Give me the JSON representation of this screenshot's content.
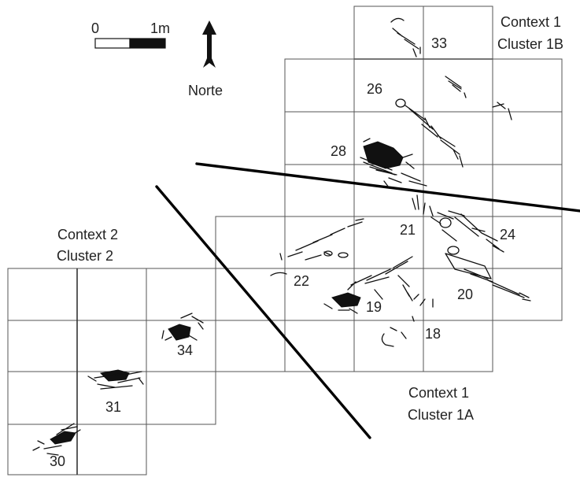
{
  "scale": {
    "zero": "0",
    "one": "1m"
  },
  "north": {
    "label": "Norte"
  },
  "contexts": {
    "c1b": {
      "line1": "Context 1",
      "line2": "Cluster 1B"
    },
    "c2": {
      "line1": "Context 2",
      "line2": "Cluster 2"
    },
    "c1a": {
      "line1": "Context 1",
      "line2": "Cluster 1A"
    }
  },
  "burials": [
    "33",
    "26",
    "28",
    "21",
    "24",
    "22",
    "19",
    "20",
    "18",
    "34",
    "31",
    "30"
  ]
}
